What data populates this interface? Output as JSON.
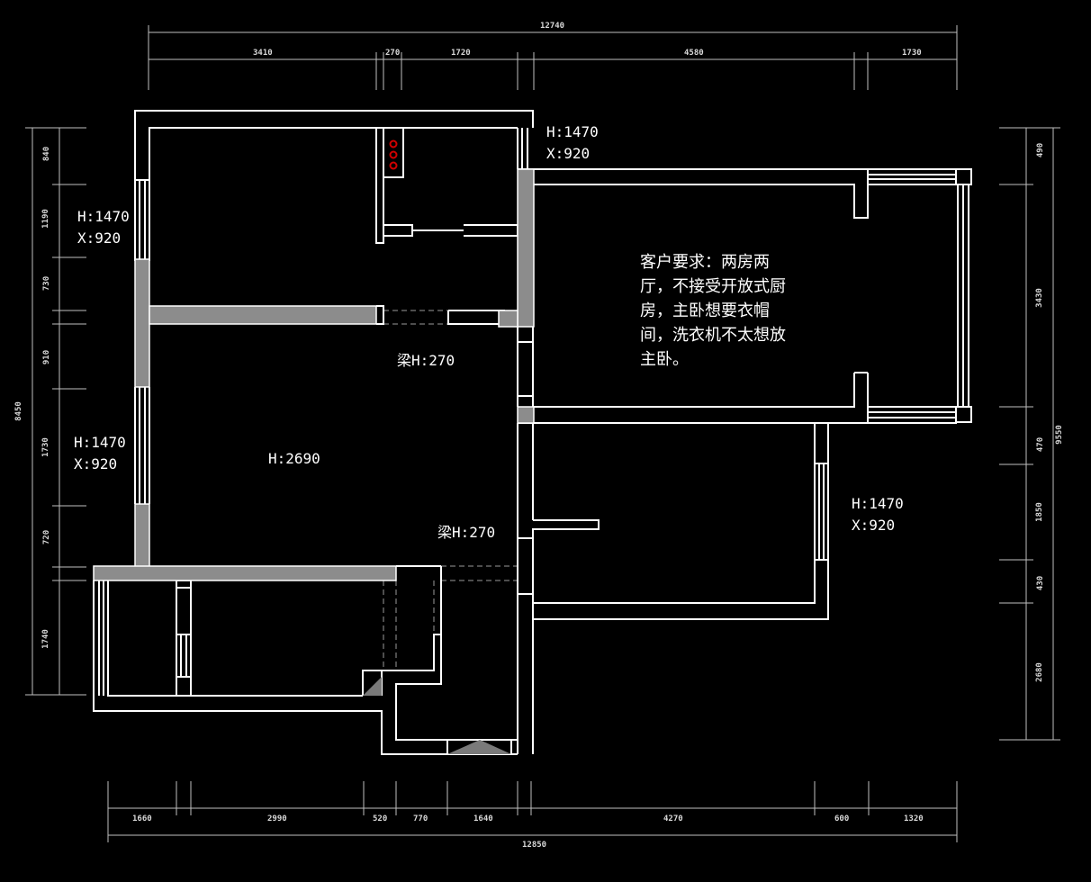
{
  "colors": {
    "background": "#000000",
    "wall": "#ffffff",
    "column": "#8c8c8c",
    "dimension": "#cfcfcf",
    "stove_marker": "#d00000"
  },
  "dims": {
    "top_total": "12740",
    "top": [
      "3410",
      "270",
      "1720",
      "4580",
      "1730"
    ],
    "bottom_total": "12850",
    "bottom": [
      "1660",
      "2990",
      "520",
      "770",
      "1640",
      "4270",
      "600",
      "1320"
    ],
    "left_total": "8450",
    "left": [
      "840",
      "1190",
      "730",
      "910",
      "1730",
      "720",
      "1740"
    ],
    "right_total": "9550",
    "right": [
      "490",
      "3430",
      "470",
      "1850",
      "430",
      "2680"
    ]
  },
  "labels": {
    "win_top_right": {
      "h": "H:1470",
      "x": "X:920"
    },
    "win_left_top": {
      "h": "H:1470",
      "x": "X:920"
    },
    "win_left_mid": {
      "h": "H:1470",
      "x": "X:920"
    },
    "win_right_mid": {
      "h": "H:1470",
      "x": "X:920"
    },
    "beam_1": "梁H:270",
    "beam_2": "梁H:270",
    "ceiling": "H:2690"
  },
  "note": {
    "lines": [
      "客户要求：两房两",
      "厅，不接受开放式厨",
      "房，主卧想要衣帽",
      "间，洗衣机不太想放",
      "主卧。"
    ]
  }
}
